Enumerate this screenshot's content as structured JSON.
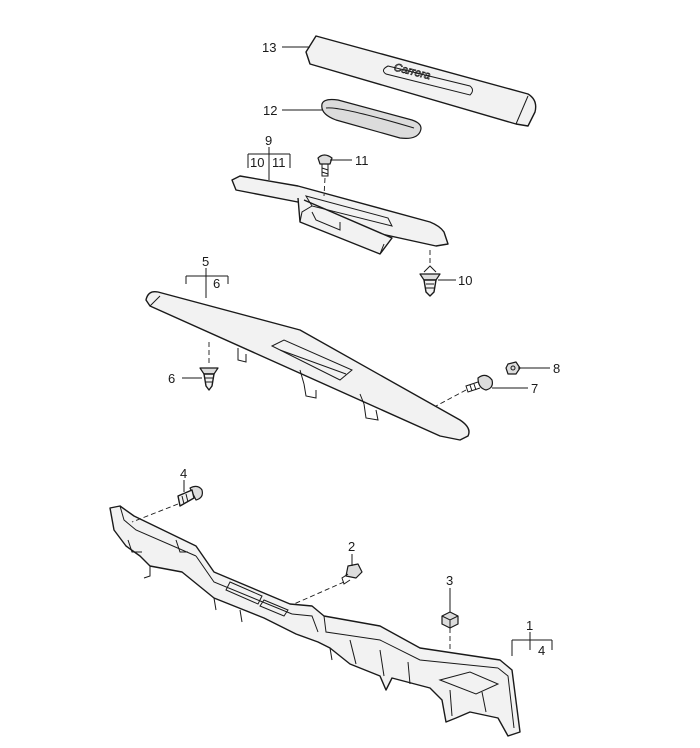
{
  "callouts": {
    "c1": "1",
    "c2": "2",
    "c3": "3",
    "c4": "4",
    "c4b": "4",
    "c5": "5",
    "c6": "6",
    "c6b": "6",
    "c7": "7",
    "c8": "8",
    "c9": "9",
    "c10": "10",
    "c10b": "10",
    "c11": "11",
    "c11b": "11",
    "c12": "12",
    "c13": "13"
  },
  "logo_text": "Carrera"
}
